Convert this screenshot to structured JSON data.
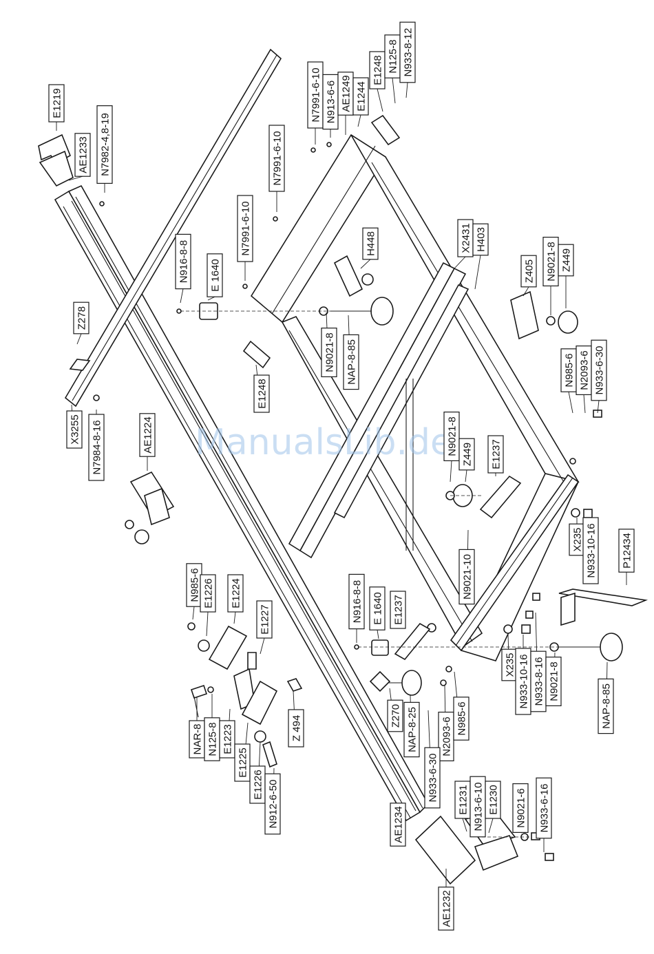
{
  "watermark": "ManualsLib.de",
  "groups": [
    {
      "id": "rail-and-rule",
      "labels": [
        "E1219",
        "AE1233",
        "N7982-4,8-19",
        "Z278",
        "X3255",
        "N7984-8-16",
        "AE1234"
      ]
    },
    {
      "id": "frame-top",
      "labels": [
        "N7991-6-10",
        "N913-6-6",
        "AE1249",
        "E1244",
        "E1248",
        "N125-8",
        "N933-8-12",
        "N7991-6-10",
        "N7991-6-10"
      ]
    },
    {
      "id": "frame-center",
      "labels": [
        "N916-8-8",
        "E 1640",
        "H448",
        "N9021-8",
        "NAP-8-85",
        "E1248",
        "X2431",
        "H403"
      ]
    },
    {
      "id": "frame-right",
      "labels": [
        "Z405",
        "N9021-8",
        "Z449",
        "N985-6",
        "N2093-6",
        "N933-6-30",
        "N9021-8",
        "Z449",
        "E1237",
        "N9021-10",
        "X235",
        "N933-10-16",
        "P12434"
      ]
    },
    {
      "id": "stop-bracket",
      "labels": [
        "AE1224",
        "N985-6",
        "E1226",
        "E1224",
        "E1227",
        "NAR-8",
        "N125-8",
        "E1223",
        "E1225",
        "E1226",
        "N912-6-50",
        "Z 494"
      ]
    },
    {
      "id": "clamp-lower",
      "labels": [
        "N916-8-8",
        "E 1640",
        "E1237",
        "Z270",
        "NAP-8-25",
        "N2093-6",
        "N985-6",
        "N933-6-30",
        "X235",
        "N933-10-16",
        "N933-8-16",
        "N9021-8",
        "NAP-8-85"
      ]
    },
    {
      "id": "end-stop",
      "labels": [
        "E1231",
        "N913-6-10",
        "E1230",
        "N9021-6",
        "N933-6-16",
        "AE1232"
      ]
    }
  ]
}
